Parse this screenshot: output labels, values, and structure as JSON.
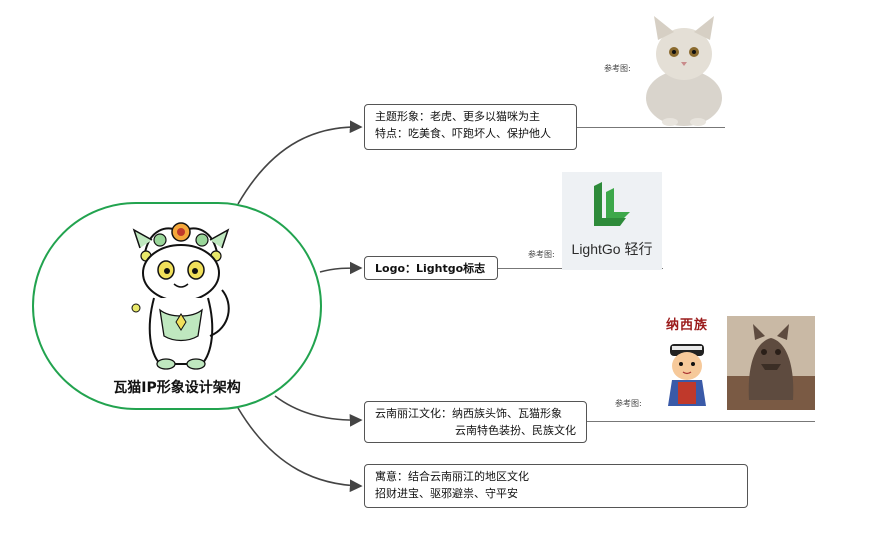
{
  "central": {
    "title": "瓦猫IP形象设计架构"
  },
  "branches": [
    {
      "lines": [
        "主题形象：老虎、更多以猫咪为主",
        "特点：吃美食、吓跑坏人、保护他人"
      ]
    },
    {
      "lines": [
        "Logo：Lightgo标志"
      ]
    },
    {
      "lines": [
        "云南丽江文化：纳西族头饰、瓦猫形象",
        "云南特色装扮、民族文化"
      ]
    },
    {
      "lines": [
        "寓意：结合云南丽江的地区文化",
        "招财进宝、驱邪避祟、守平安"
      ]
    }
  ],
  "references": {
    "label": "参考图:",
    "logo_text": "LightGo 轻行",
    "naxi_title": "纳西族"
  },
  "colors": {
    "central_border": "#22a34f",
    "connector": "#444444",
    "logo_green": "#2e8b3a",
    "naxi_red": "#9b1b1b"
  },
  "icons": [
    "cat-mascot-icon",
    "cat-photo-icon",
    "lightgo-logo-icon",
    "naxi-child-icon",
    "wamao-statue-icon"
  ]
}
